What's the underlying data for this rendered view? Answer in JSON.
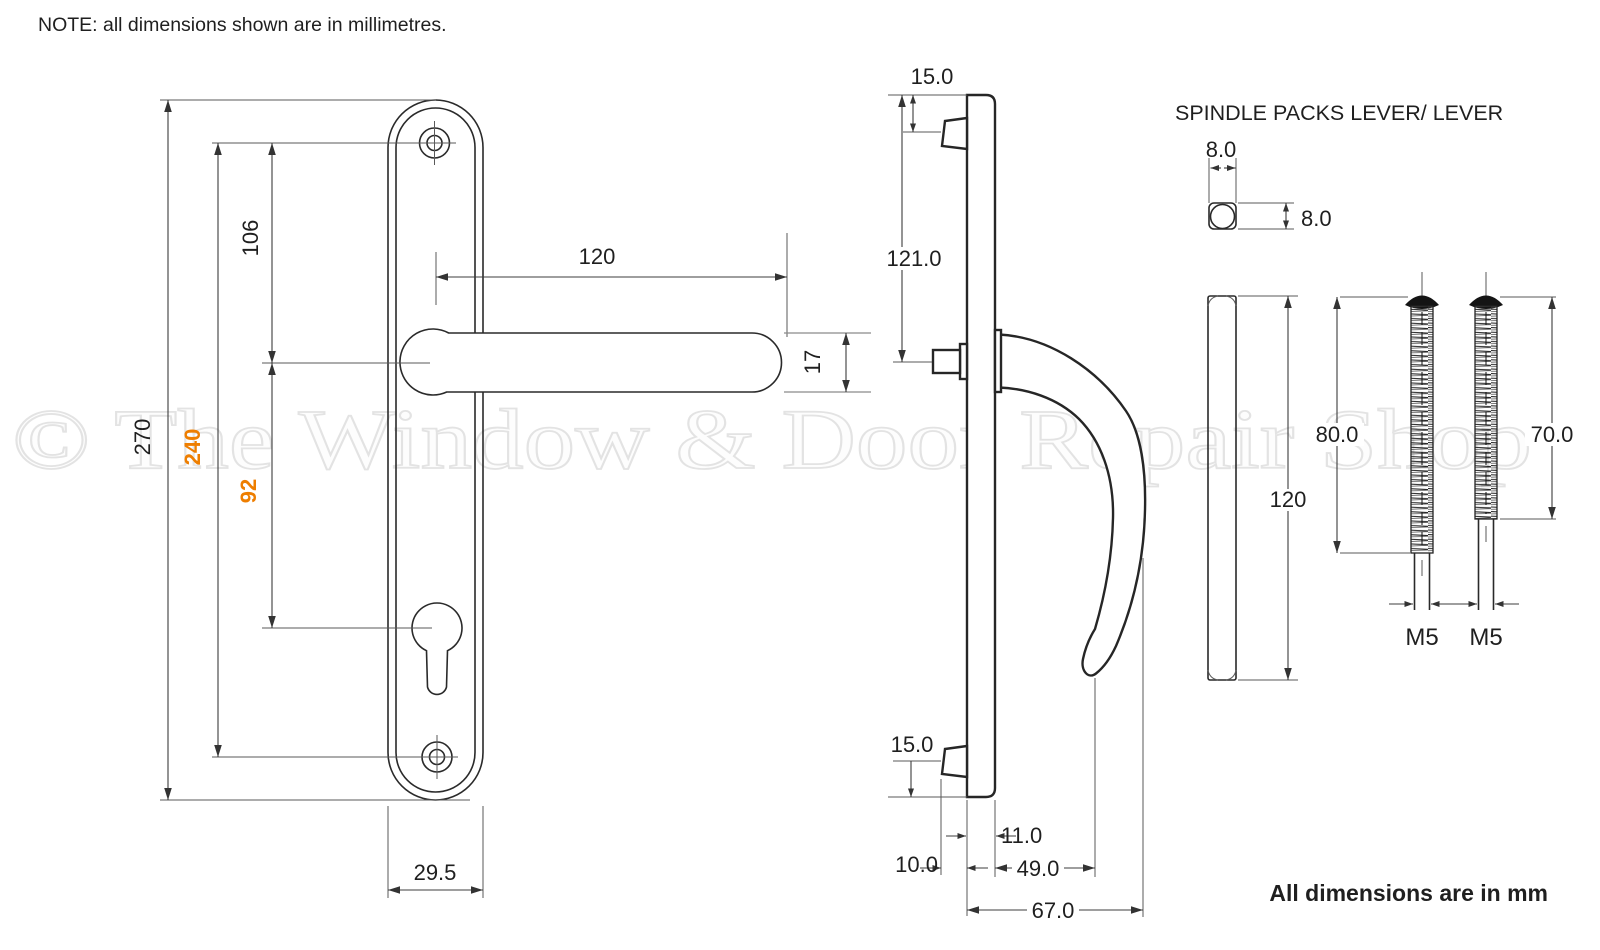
{
  "note": "NOTE: all dimensions shown are in millimetres.",
  "watermark": "© The Window & Door Repair Shop",
  "footer": "All dimensions are in mm",
  "colors": {
    "accent": "#EE7E00",
    "line": "#2A2A2A",
    "watermark": "#E3E3E3"
  },
  "front_view": {
    "overall_height": "270",
    "screw_centres": "240",
    "screw_to_handle": "106",
    "handle_to_cylinder": "92",
    "lever_length": "120",
    "lever_width": "17",
    "plate_width": "29.5"
  },
  "side_view": {
    "top_lug_offset": "15.0",
    "lug_to_spindle": "121.0",
    "bottom_lug_offset": "15.0",
    "lug_depth": "10.0",
    "plate_depth": "11.0",
    "grip_reach": "49.0",
    "total_projection": "67.0"
  },
  "spindle_section": {
    "title": "SPINDLE PACKS LEVER/ LEVER",
    "spindle_width": "8.0",
    "spindle_height": "8.0",
    "spindle_length": "120",
    "screw_long_thread": "80.0",
    "screw_short_thread": "70.0",
    "screw_long_size": "M5",
    "screw_short_size": "M5"
  }
}
